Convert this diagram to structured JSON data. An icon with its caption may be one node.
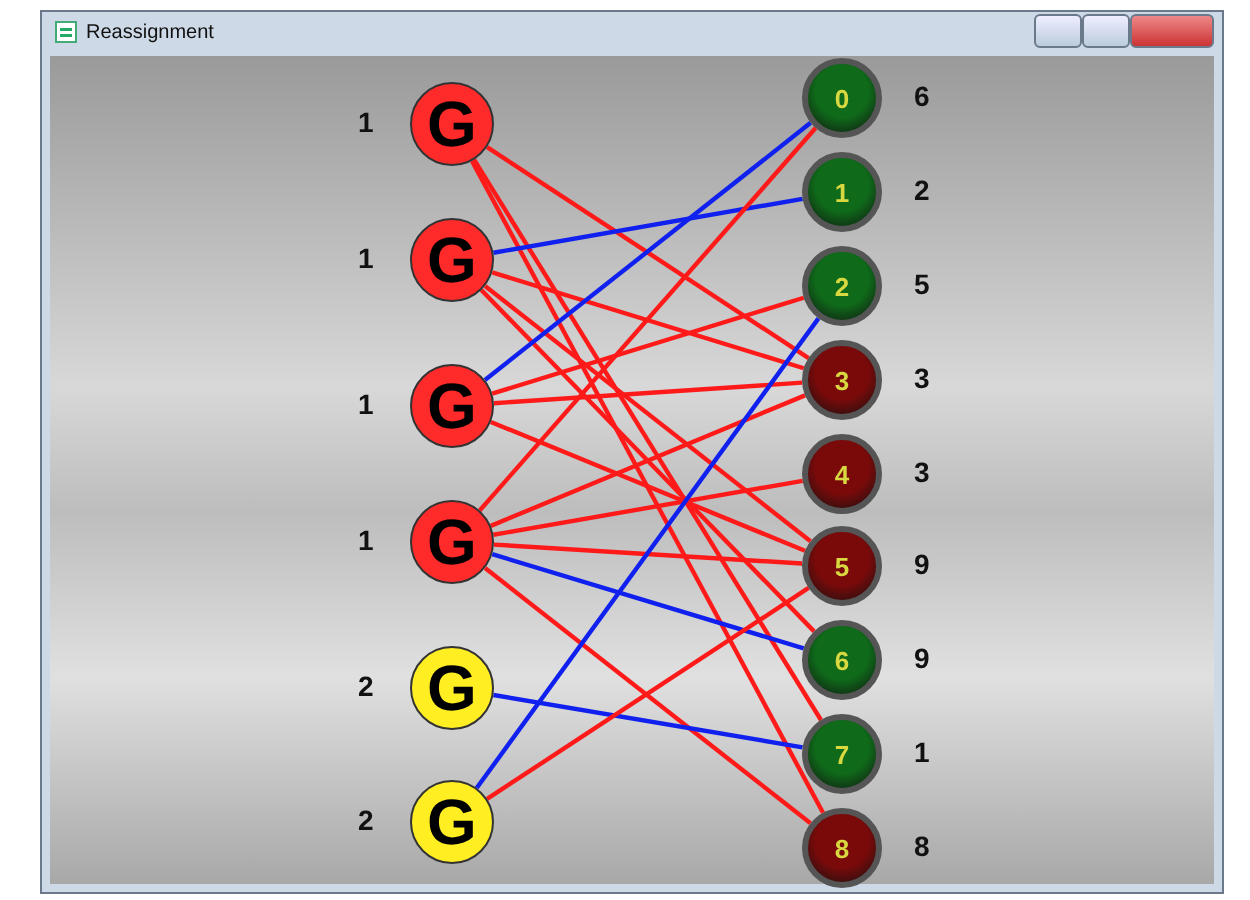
{
  "diagram": {
    "title": "Reassignment",
    "nodes": [
      {
        "text": [
          "G"
        ],
        "beside": [
          "1"
        ]
      },
      {
        "text": [
          "G"
        ],
        "beside": [
          "1"
        ]
      },
      {
        "text": [
          "G"
        ],
        "beside": [
          "1"
        ]
      },
      {
        "text": [
          "G"
        ],
        "beside": [
          "1"
        ]
      },
      {
        "text": [
          "G"
        ],
        "beside": [
          "2"
        ]
      },
      {
        "text": [
          "G"
        ],
        "beside": [
          "2"
        ]
      },
      {
        "text": [
          "0"
        ],
        "beside": [
          "6"
        ]
      },
      {
        "text": [
          "1"
        ],
        "beside": [
          "2"
        ]
      },
      {
        "text": [
          "2"
        ],
        "beside": [
          "5"
        ]
      },
      {
        "text": [
          "3"
        ],
        "beside": [
          "3"
        ]
      },
      {
        "text": [
          "4"
        ],
        "beside": [
          "3"
        ]
      },
      {
        "text": [
          "5"
        ],
        "beside": [
          "9"
        ]
      },
      {
        "text": [
          "6"
        ],
        "beside": [
          "9"
        ]
      },
      {
        "text": [
          "7"
        ],
        "beside": [
          "1"
        ]
      },
      {
        "text": [
          "8"
        ],
        "beside": [
          "8"
        ]
      }
    ],
    "edges": [
      {
        "from": 0,
        "to": 9,
        "arrow": "none"
      },
      {
        "from": 0,
        "to": 13,
        "arrow": "none"
      },
      {
        "from": 0,
        "to": 14,
        "arrow": "none"
      },
      {
        "from": 1,
        "to": 7,
        "arrow": "none",
        "color": "#1020ee"
      },
      {
        "from": 1,
        "to": 9,
        "arrow": "none"
      },
      {
        "from": 1,
        "to": 11,
        "arrow": "none"
      },
      {
        "from": 1,
        "to": 12,
        "arrow": "none"
      },
      {
        "from": 2,
        "to": 6,
        "arrow": "none",
        "color": "#1020ee"
      },
      {
        "from": 2,
        "to": 8,
        "arrow": "none"
      },
      {
        "from": 2,
        "to": 9,
        "arrow": "none"
      },
      {
        "from": 2,
        "to": 11,
        "arrow": "none"
      },
      {
        "from": 3,
        "to": 6,
        "arrow": "none"
      },
      {
        "from": 3,
        "to": 9,
        "arrow": "none"
      },
      {
        "from": 3,
        "to": 10,
        "arrow": "none"
      },
      {
        "from": 3,
        "to": 11,
        "arrow": "none"
      },
      {
        "from": 3,
        "to": 12,
        "arrow": "none",
        "color": "#1020ee"
      },
      {
        "from": 3,
        "to": 14,
        "arrow": "none"
      },
      {
        "from": 4,
        "to": 13,
        "arrow": "none",
        "color": "#1020ee"
      },
      {
        "from": 5,
        "to": 8,
        "arrow": "none",
        "color": "#1020ee"
      },
      {
        "from": 5,
        "to": 11,
        "arrow": "none"
      }
    ]
  }
}
